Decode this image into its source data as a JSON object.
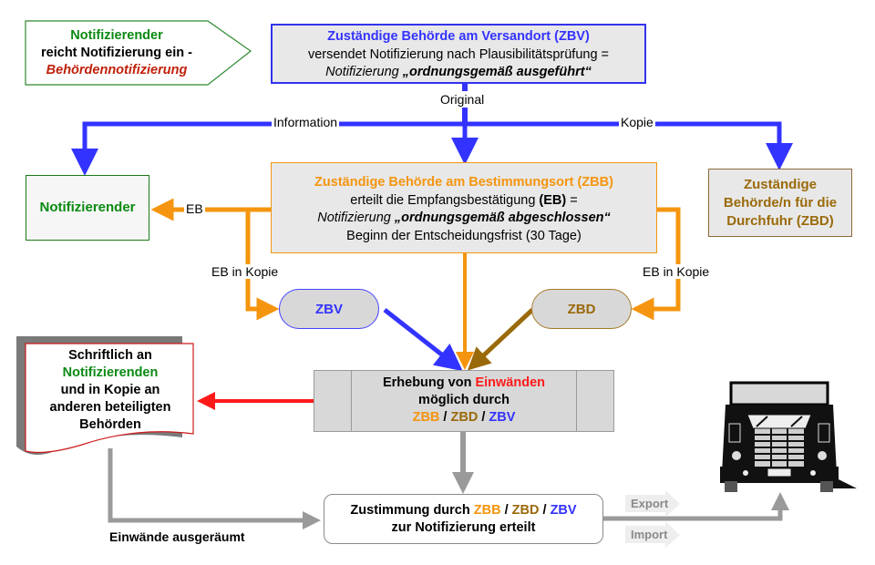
{
  "colors": {
    "blue": "#3333ff",
    "orange": "#f5950f",
    "brown": "#9a6a0a",
    "green": "#0b8a12",
    "red": "#ff1a1a",
    "dark_red": "#c0210b",
    "gray_arrow": "#9a9a9a",
    "box_fill": "#e8e8e8"
  },
  "start_shape": {
    "line1": "Notifizierender",
    "line2": "reicht Notifizierung ein -",
    "line3": "Behördennotifizierung"
  },
  "zbv_box": {
    "title": "Zuständige Behörde am Versandort (ZBV)",
    "line2": "versendet Notifizierung nach Plausibilitätsprüfung =",
    "line3_prefix": "Notifizierung ",
    "line3_bold": "„ordnungsgemäß ausgeführt“"
  },
  "arrow_labels": {
    "original": "Original",
    "information": "Information",
    "kopie": "Kopie",
    "eb": "EB",
    "eb_in_kopie_left": "EB in Kopie",
    "eb_in_kopie_right": "EB in Kopie",
    "einwaende_ausgeraeumt": "Einwände ausgeräumt"
  },
  "notifier_box": {
    "label": "Notifizierender"
  },
  "zbb_box": {
    "title": "Zuständige Behörde am Bestimmungsort (ZBB)",
    "line2_prefix": "erteilt die Empfangsbestätigung ",
    "line2_bold": "(EB)",
    "line2_suffix": " =",
    "line3_prefix": "Notifizierung ",
    "line3_bold": "„ordnungsgemäß abgeschlossen“",
    "line4": "Beginn der Entscheidungsfrist (30 Tage)"
  },
  "zbd_box": {
    "line1": "Zuständige",
    "line2": "Behörde/n für die",
    "line3": "Durchfuhr (ZBD)"
  },
  "pills": {
    "zbv": "ZBV",
    "zbd": "ZBD"
  },
  "document_shape": {
    "line1": "Schriftlich an",
    "line2": "Notifizierenden",
    "line3": "und in Kopie an",
    "line4": "anderen beteiligten",
    "line5": "Behörden"
  },
  "objection_box": {
    "line1_prefix": "Erhebung von ",
    "line1_red": "Einwänden",
    "line2": "möglich durch",
    "zbb": "ZBB",
    "zbd": "ZBD",
    "zbv": "ZBV",
    "separator": " / "
  },
  "consent_box": {
    "line1_prefix": "Zustimmung durch ",
    "zbb": "ZBB",
    "zbd": "ZBD",
    "zbv": "ZBV",
    "separator": " / ",
    "line2": "zur Notifizierung erteilt"
  },
  "shipment_tags": {
    "export": "Export",
    "import": "Import"
  },
  "truck_image": {
    "icon": "truck-icon"
  }
}
